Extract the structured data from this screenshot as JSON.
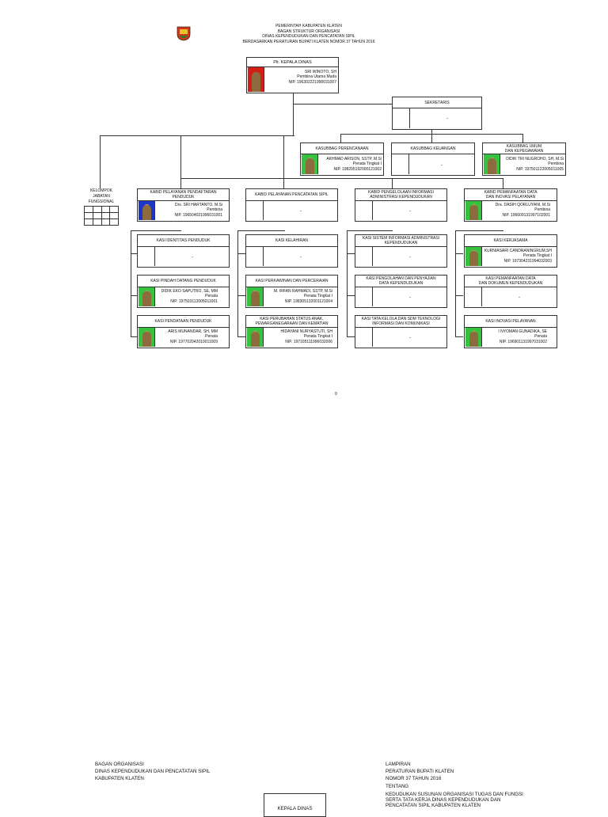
{
  "header": {
    "line1": "PEMERINTAH KABUPATEN KLATEN",
    "line2": "BAGAN STRUKTUR ORGANISASI",
    "line3": "DINAS KEPENDUDUKAN DAN PENCATATAN SIPIL",
    "line4": "BERDASARKAN PERATURAN BUPATI KLATEN NOMOR 37 TAHUN 2016"
  },
  "kepala": {
    "title": "Plt. KEPALA DINAS",
    "name": "SRI WINOTO, SH",
    "rank": "Pembina Utama Muda",
    "nip": "NIP. 196302221990031007"
  },
  "sekretaris": {
    "title": "SEKRETARIS",
    "value": "-"
  },
  "kasubbag_perencanaan": {
    "title": "KASUBBAG PERENCANAAN",
    "name": "AKHMAD ARISON, SSTP, M.Si",
    "rank": "Penata Tingkat I",
    "nip": "NIP. 198205192000121002"
  },
  "kasubbag_keuangan": {
    "title": "KASUBBAG KEUANGAN",
    "value": "-"
  },
  "kasubbag_umum": {
    "title1": "KASUBBAG UMUM",
    "title2": "DAN KEPEGAWAIAN",
    "name": "DIDIK TRI NUGROHO, SH, M.Si",
    "rank": "Pembina",
    "nip": "NIP. 197501122005011005"
  },
  "kelompok": {
    "line1": "KELOMPOK",
    "line2": "JABATAN",
    "line3": "FUNGSIONAL"
  },
  "kabid1": {
    "title1": "KABID PELAYANAN PENDAFTARAN",
    "title2": "PENDUDUK",
    "name": "Drs. SRI HARTANTO, M.Si",
    "rank": "Pembina",
    "nip": "NIP. 196504021996031001"
  },
  "kabid2": {
    "title": "KABID PELAYANAN PENCATATAN SIPIL",
    "value": "-"
  },
  "kabid3": {
    "title1": "KABID PENGELOLAAN INFORMASI",
    "title2": "ADMINISTRASI KEPENDUDUKAN",
    "value": "-"
  },
  "kabid4": {
    "title1": "KABID PEMANFAATAN DATA",
    "title2": "DAN INOVASI PELAYANAN",
    "name": "Dra. DASIH QORLUYANI, M.Si",
    "rank": "Pembina",
    "nip": "NIP. 196609131997102001"
  },
  "col1": [
    {
      "title": "KASI IDENTITAS PENDUDUK",
      "value": "-"
    },
    {
      "title": "KASI PINDAH DATANG PENDUDUK",
      "name": "DIDIK EKO SAPUTRO, SE, MM",
      "rank": "Penata",
      "nip": "NIP. 197503112005011001"
    },
    {
      "title": "KASI PENDATAAN PENDUDUK",
      "name": "ARIS MUNANDAR, SH, MM",
      "rank": "Penata",
      "nip": "NIP. 197702042010011009"
    }
  ],
  "col2": [
    {
      "title": "KASI KELAHIRAN",
      "value": "-"
    },
    {
      "title": "KASI PERKAWINAN DAN PERCERAIAN",
      "name": "M. IRFAN RAHMADI, SSTP, M.Si",
      "rank": "Penata Tingkat I",
      "nip": "NIP. 198305132001121004"
    },
    {
      "title1": "KASI PERUBAHAN STATUS ANAK,",
      "title2": "PEWARGANEGARAAN DAN KEMATIAN",
      "name": "HIDAYANI NURYASTUTI, SH",
      "rank": "Penata Tingkat I",
      "nip": "NIP. 197105111996032006"
    }
  ],
  "col3": [
    {
      "title1": "KASI SISTEM INFORMASI ADMINISTRASI",
      "title2": "KEPENDUDUKAN",
      "value": "-"
    },
    {
      "title1": "KASI PENGOLAHAN DAN PENYAJIAN",
      "title2": "DATA KEPENDUDUKAN",
      "value": "-"
    },
    {
      "title1": "KASI TATA KELOLA DAN SDM TEKNOLOGI",
      "title2": "INFORMASI DAN KOMUNIKASI",
      "value": "-"
    }
  ],
  "col4": [
    {
      "title": "KASI KERJASAMA",
      "name": "KURNIASARI CANDRANINGRUM,SH",
      "rank": "Penata Tingkat I",
      "nip": "NIP. 197304231994032003"
    },
    {
      "title1": "KASI PEMANFAATAN DATA",
      "title2": "DAN DOKUMEN KEPENDUDUKAN",
      "value": "-"
    },
    {
      "title": "KASI INOVASI PELAYANAN",
      "name": "I NYOMAN GUNADIKA, SE",
      "rank": "Penata",
      "nip": "NIP. 196901131997031002"
    }
  ],
  "page_marker": "0",
  "footer_left": {
    "line1": "BAGAN ORGANISASI",
    "line2": "DINAS KEPENDUDUKAN DAN PENCATATAN SIPIL",
    "line3": "KABUPATEN KLATEN"
  },
  "footer_right": {
    "line1": "LAMPIRAN",
    "line2": "PERATURAN BUPATI KLATEN",
    "line3": "NOMOR 37 TAHUN 2016",
    "line4": "TENTANG",
    "line5": "KEDUDUKAN SUSUNAN ORGANISASI TUGAS DAN FUNGSI",
    "line6": "SERTA TATA KERJA DINAS KEPENDUDUKAN DAN",
    "line7": "PENCATATAN SIPIL KABUPATEN KLATEN"
  },
  "footer_box": {
    "label": "KEPALA DINAS"
  }
}
